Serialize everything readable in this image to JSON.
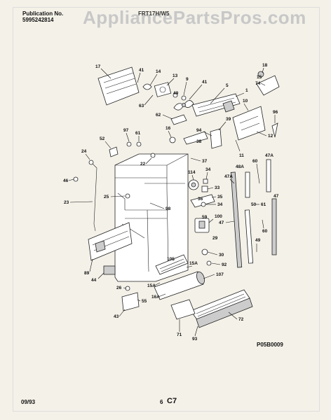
{
  "header": {
    "publication_label": "Publication No.",
    "publication_number": "5995242814",
    "watermark": "AppliancePartsPros.com",
    "model": "FRT17H/W5"
  },
  "footer": {
    "date": "09/93",
    "page_number": "6",
    "section": "C7",
    "drawing_id": "P05B0009"
  },
  "callouts": [
    "17",
    "41",
    "14",
    "13",
    "49",
    "9",
    "41",
    "5",
    "18",
    "15",
    "74",
    "1",
    "10",
    "96",
    "63",
    "62",
    "16",
    "97",
    "61",
    "52",
    "94",
    "39",
    "12",
    "38",
    "11",
    "37",
    "24",
    "22",
    "114",
    "34",
    "33",
    "35",
    "36",
    "34",
    "59",
    "100",
    "46",
    "25",
    "98",
    "23",
    "47A",
    "48A",
    "47A",
    "60",
    "47",
    "61",
    "47",
    "29",
    "50",
    "60",
    "49",
    "30",
    "92",
    "105",
    "15A",
    "107",
    "15A",
    "16A",
    "89",
    "44",
    "26",
    "55",
    "43",
    "72",
    "71",
    "93"
  ]
}
